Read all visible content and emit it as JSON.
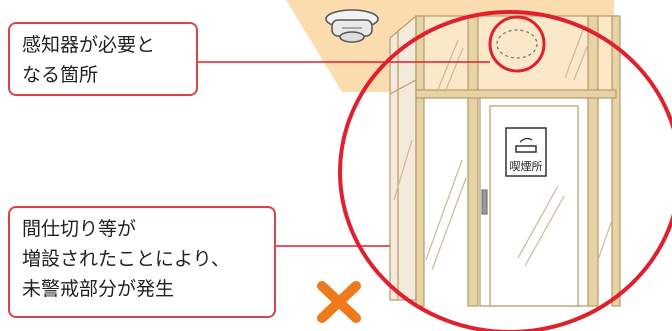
{
  "callouts": {
    "top": {
      "lines": [
        "感知器が必要と",
        "なる箇所"
      ]
    },
    "bottom": {
      "lines": [
        "間仕切り等が",
        "増設されたことにより、",
        "未警戒部分が発生"
      ]
    }
  },
  "sign": {
    "label": "喫煙所"
  },
  "status": {
    "mark": "×",
    "meaning": "ng"
  },
  "colors": {
    "accent": "#e0202e",
    "ceiling": "#fadcae",
    "frame": "#e6d3a6",
    "cross": "#ee7a1c"
  }
}
